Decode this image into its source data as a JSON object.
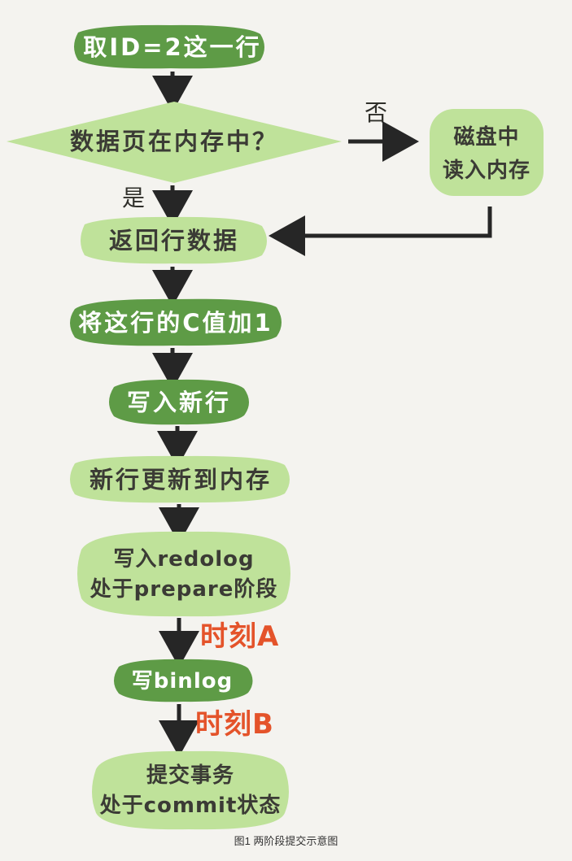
{
  "colors": {
    "dark_green": "#5e9b46",
    "light_green": "#bfe29a",
    "arrow": "#262626",
    "accent_red": "#e4532a",
    "background": "#f4f3ef"
  },
  "nodes": {
    "fetch_row": "取ID=2这一行",
    "in_memory_question": "数据页在内存中？",
    "read_from_disk": {
      "line1": "磁盘中",
      "line2": "读入内存"
    },
    "return_row": "返回行数据",
    "increment_c": "将这行的C值加1",
    "write_new_row": "写入新行",
    "update_memory": "新行更新到内存",
    "redolog_prepare": {
      "line1": "写入redolog",
      "line2": "处于prepare阶段"
    },
    "write_binlog": "写binlog",
    "commit": {
      "line1": "提交事务",
      "line2": "处于commit状态"
    }
  },
  "branch_labels": {
    "no": "否",
    "yes": "是"
  },
  "time_markers": {
    "a": "时刻A",
    "b": "时刻B"
  },
  "caption": "图1 两阶段提交示意图"
}
